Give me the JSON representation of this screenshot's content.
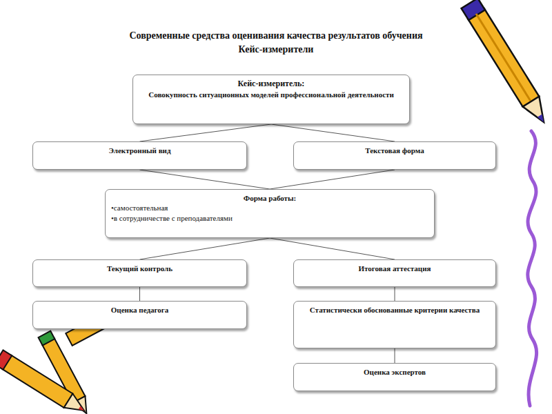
{
  "diagram": {
    "title": "Современные средства оценивания качества результатов обучения",
    "nodes": [
      {
        "text": [
          "Кейс-измеритель:",
          "Совокупность ситуационных моделей профессиональной деятельности"
        ]
      },
      {
        "text": [
          "Электронный вид"
        ]
      },
      {
        "text": [
          "Текстовая форма"
        ]
      },
      {
        "text": [
          "Форма работы:",
          "•самостоятельная",
          "•в сотрудничестве с преподавателями"
        ]
      },
      {
        "text": [
          "Текущий контроль"
        ]
      },
      {
        "text": [
          "Итоговая аттестация"
        ]
      },
      {
        "text": [
          "Оценка педагога"
        ]
      },
      {
        "text": [
          "Статистически обоснованные критерии качества"
        ]
      },
      {
        "text": [
          "Оценка экспертов"
        ]
      }
    ],
    "edges": [
      {
        "from": 0,
        "to": 1,
        "arrow": "none"
      },
      {
        "from": 0,
        "to": 2,
        "arrow": "none"
      },
      {
        "from": 1,
        "to": 3,
        "arrow": "none"
      },
      {
        "from": 2,
        "to": 3,
        "arrow": "none"
      },
      {
        "from": 3,
        "to": 4,
        "arrow": "none"
      },
      {
        "from": 3,
        "to": 5,
        "arrow": "none"
      },
      {
        "from": 4,
        "to": 6,
        "arrow": "none"
      },
      {
        "from": 5,
        "to": 7,
        "arrow": "none"
      },
      {
        "from": 7,
        "to": 8,
        "arrow": "none"
      }
    ],
    "labels": [
      "Кейс-измерители"
    ]
  }
}
